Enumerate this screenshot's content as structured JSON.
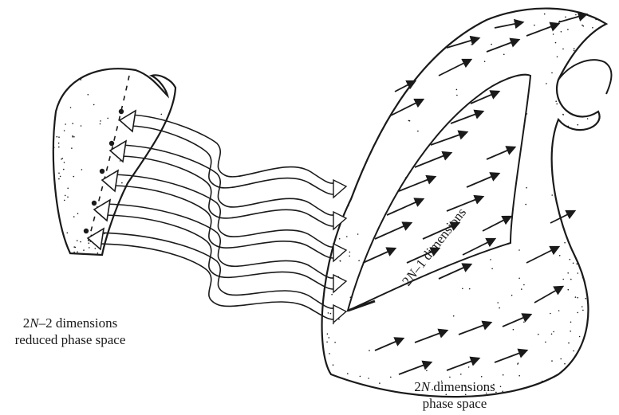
{
  "labels": {
    "reduced": {
      "prefix": "2",
      "var": "N",
      "dims": "–2 dimensions",
      "sub": "reduced phase space"
    },
    "full": {
      "prefix": "2",
      "var": "N",
      "dims": " dimensions",
      "sub": "phase space"
    },
    "sheet": {
      "prefix": "2",
      "var": "N",
      "dims": "–1 dimensions"
    }
  },
  "colors": {
    "ink": "#1a1a1a",
    "paper": "#ffffff"
  }
}
